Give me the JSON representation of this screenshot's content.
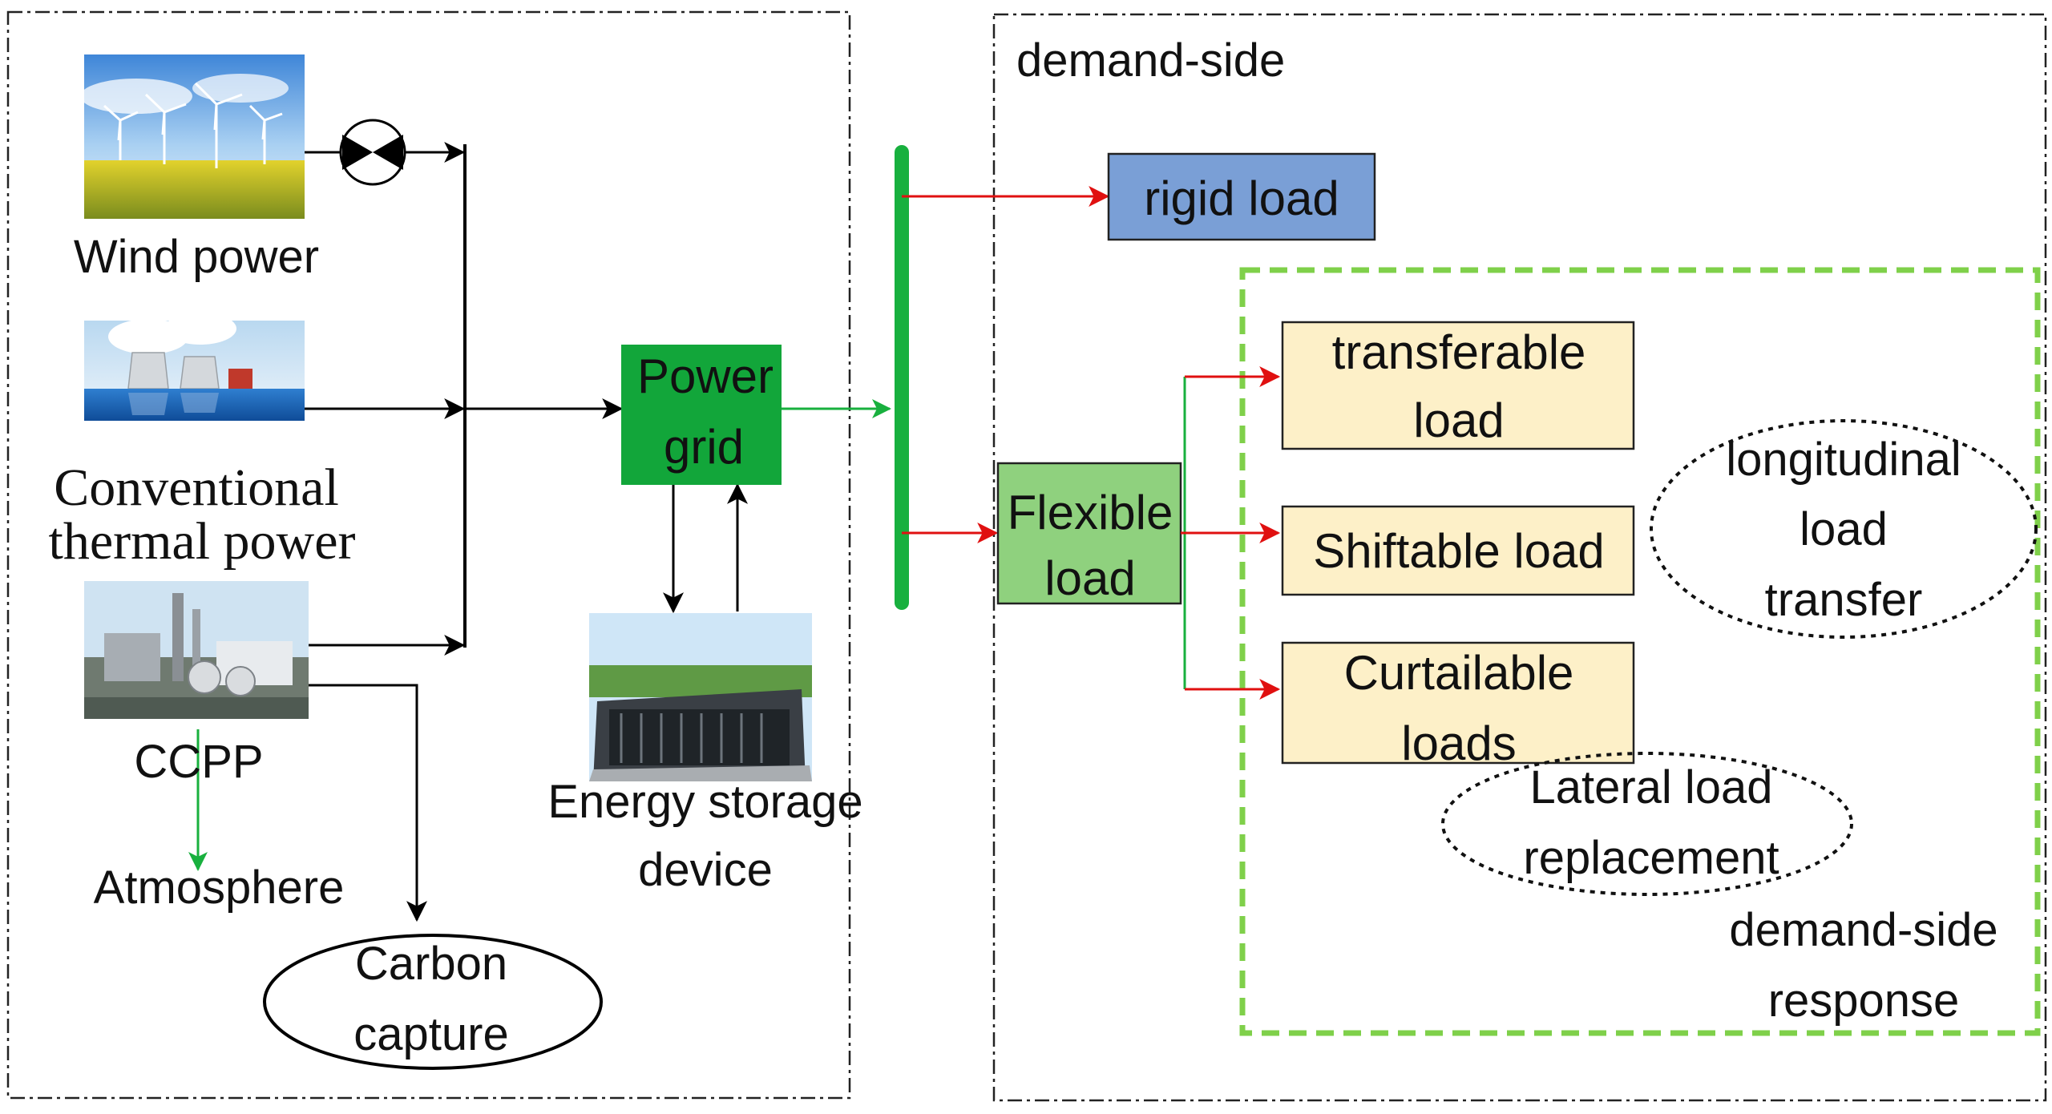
{
  "sources": {
    "wind": "Wind power",
    "thermal_line1": "Conventional",
    "thermal_line2": "thermal power",
    "ccpp": "CCPP",
    "atmosphere": "Atmosphere",
    "carbon_capture_line1": "Carbon",
    "carbon_capture_line2": "capture"
  },
  "grid": {
    "line1": "Power",
    "line2": "grid",
    "storage_line1": "Energy storage",
    "storage_line2": "device"
  },
  "demand": {
    "title": "demand-side",
    "rigid_load": "rigid load",
    "flexible_line1": "Flexible",
    "flexible_line2": "load",
    "transferable_line1": "transferable",
    "transferable_line2": "load",
    "shiftable": "Shiftable load",
    "curtailable_line1": "Curtailable",
    "curtailable_line2": "loads",
    "longitudinal_line1": "longitudinal",
    "longitudinal_line2": "load",
    "longitudinal_line3": "transfer",
    "lateral_line1": "Lateral load",
    "lateral_line2": "replacement",
    "response_line1": "demand-side",
    "response_line2": "response"
  },
  "colors": {
    "grid_green": "#12a63a",
    "flexible_green": "#8fd17e",
    "rigid_blue": "#7a9fd6",
    "load_beige": "#fdf0c8",
    "dashed_green": "#7fd04a",
    "arrow_red": "#e01010",
    "bus_green": "#18b03e"
  },
  "icons": [
    "wind-turbines-photo",
    "cooling-towers-photo",
    "ccpp-plant-photo",
    "energy-storage-building-photo",
    "valve-symbol"
  ]
}
